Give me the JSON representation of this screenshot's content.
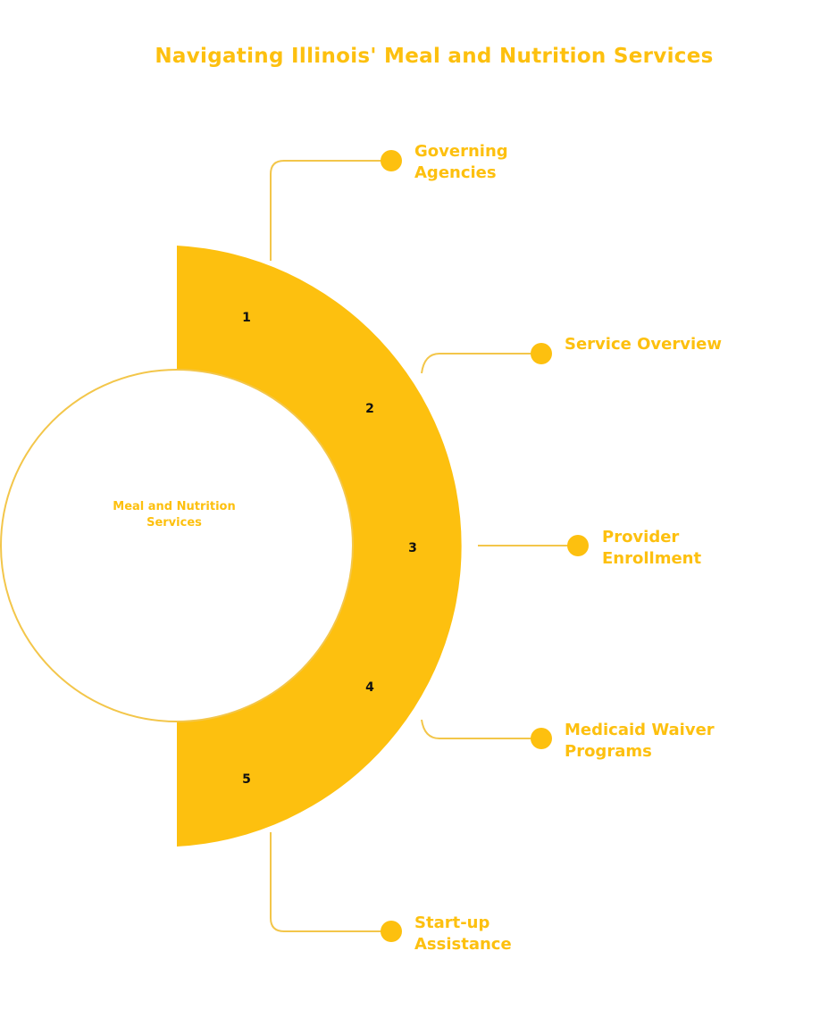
{
  "title": "Navigating Illinois' Meal and Nutrition Services",
  "center": {
    "label": "Meal and Nutrition Services"
  },
  "segments": [
    {
      "number": "1",
      "label": "Governing Agencies"
    },
    {
      "number": "2",
      "label": "Service Overview"
    },
    {
      "number": "3",
      "label": "Provider Enrollment"
    },
    {
      "number": "4",
      "label": "Medicaid Waiver Programs"
    },
    {
      "number": "5",
      "label": "Start-up Assistance"
    }
  ],
  "colors": {
    "accent": "#FDC00F",
    "line": "#F3C64A",
    "background": "#FFFFFF"
  }
}
